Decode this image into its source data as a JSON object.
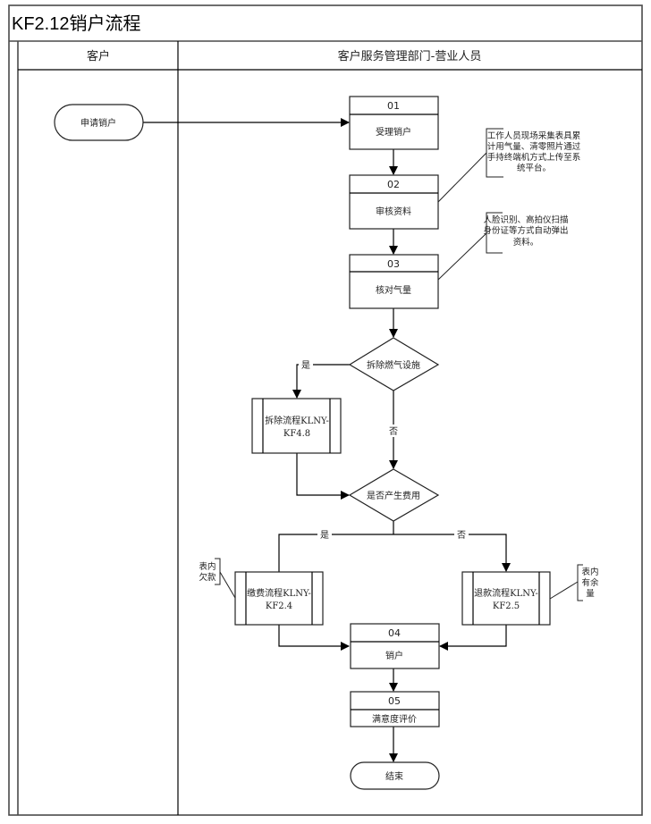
{
  "title": "KF2.12销户流程",
  "lanes": [
    {
      "name": "客户"
    },
    {
      "name": "客户服务管理部门-营业人员"
    }
  ],
  "nodes": {
    "start": {
      "label": "申请销户"
    },
    "step01": {
      "number": "01",
      "label": "受理销户"
    },
    "step02": {
      "number": "02",
      "label": "审核资料"
    },
    "step03": {
      "number": "03",
      "label": "核对气量"
    },
    "decision1": {
      "label": "拆除燃气设施"
    },
    "sub_remove": {
      "line1": "拆除流程KLNY-",
      "line2": "KF4.8"
    },
    "decision2": {
      "label": "是否产生费用"
    },
    "sub_pay": {
      "line1": "缴费流程KLNY-",
      "line2": "KF2.4"
    },
    "sub_refund": {
      "line1": "退款流程KLNY-",
      "line2": "KF2.5"
    },
    "step04": {
      "number": "04",
      "label": "销户"
    },
    "step05": {
      "number": "05",
      "label": "满意度评价"
    },
    "end": {
      "label": "结束"
    }
  },
  "edge_labels": {
    "d1_yes": "是",
    "d1_no": "否",
    "d2_yes": "是",
    "d2_no": "否"
  },
  "annotations": {
    "note02": [
      "工作人员现场采集表具累",
      "计用气量、清零照片通过",
      "手持终端机方式上传至系",
      "统平台。"
    ],
    "note03": [
      "人脸识别、高拍仪扫描",
      "身份证等方式自动弹出",
      "资料。"
    ],
    "note_pay": [
      "表内",
      "欠款"
    ],
    "note_refund": [
      "表内",
      "有余",
      "量"
    ]
  }
}
